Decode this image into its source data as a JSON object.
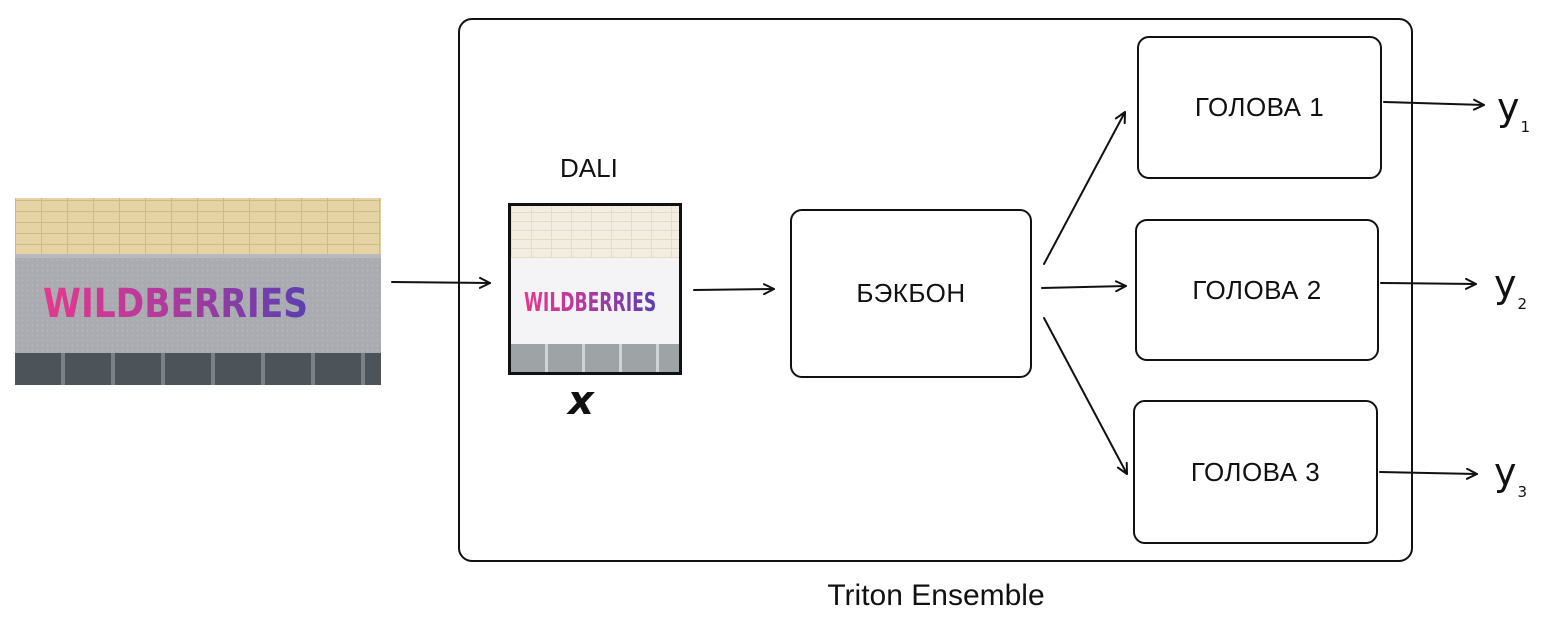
{
  "photo": {
    "logo_text": "WILDBERRIES"
  },
  "dali": {
    "label": "DALI",
    "thumb_logo_text": "WILDBERRIES",
    "input_var": "x"
  },
  "backbone": {
    "label": "БЭКБОН"
  },
  "heads": [
    {
      "label": "ГОЛОВА 1",
      "output": "y",
      "output_sub": "1"
    },
    {
      "label": "ГОЛОВА 2",
      "output": "y",
      "output_sub": "2"
    },
    {
      "label": "ГОЛОВА 3",
      "output": "y",
      "output_sub": "3"
    }
  ],
  "ensemble": {
    "label": "Triton Ensemble"
  },
  "colors": {
    "stroke": "#111111",
    "logo_gradient_start": "#e7378f",
    "logo_gradient_end": "#5b3fb0"
  }
}
